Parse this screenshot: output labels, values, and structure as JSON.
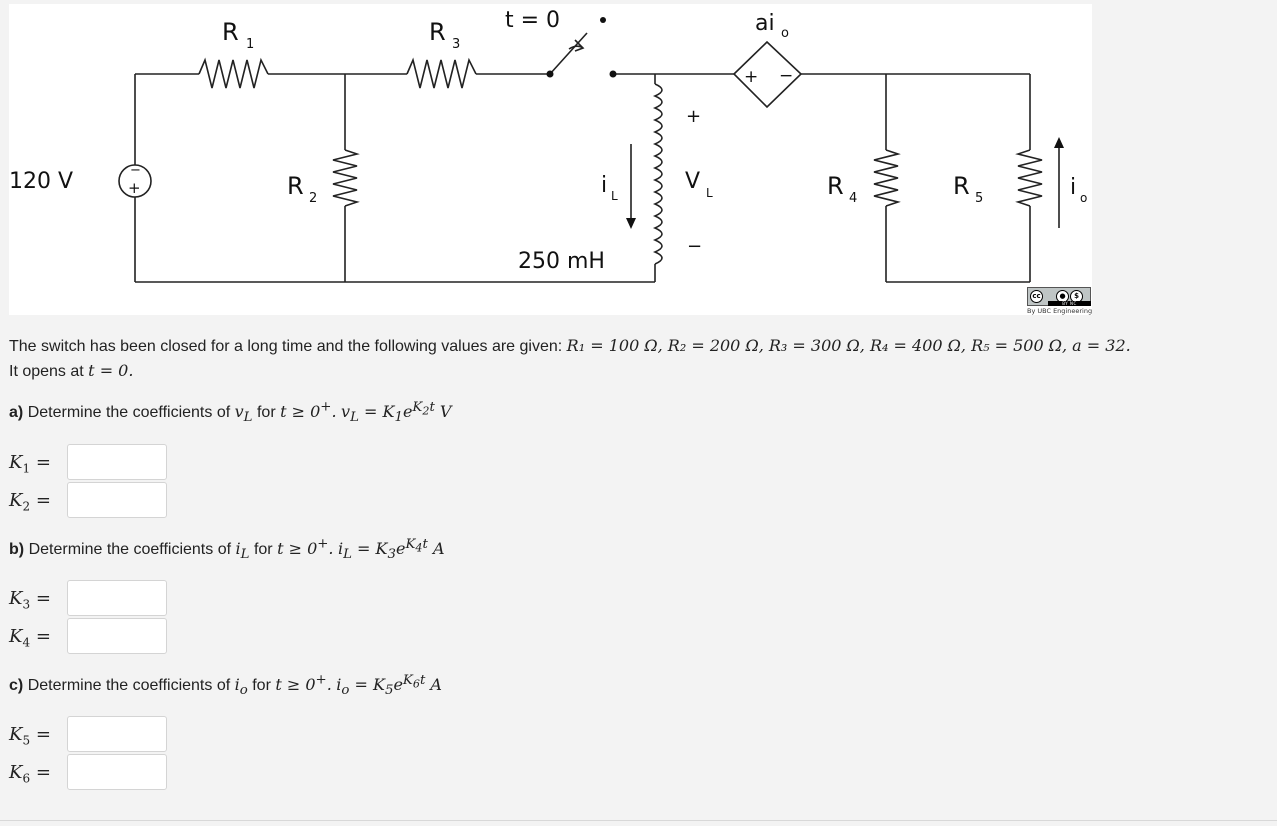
{
  "circuit": {
    "labels": {
      "R1": "R",
      "R1_sub": "1",
      "R2": "R",
      "R2_sub": "2",
      "R3": "R",
      "R3_sub": "3",
      "R4": "R",
      "R4_sub": "4",
      "R5": "R",
      "R5_sub": "5",
      "switch": "t = 0",
      "source": "120 V",
      "source_minus": "−",
      "source_plus": "+",
      "dependent": "ai",
      "dependent_sub": "o",
      "dep_plus": "+",
      "dep_minus": "−",
      "iL": "i",
      "iL_sub": "L",
      "inductor": "250 mH",
      "vL": "V",
      "vL_sub": "L",
      "vL_plus": "+",
      "vL_minus": "−",
      "io": "i",
      "io_sub": "o"
    },
    "license": {
      "cc": "cc",
      "by": "BY",
      "nc": "NC",
      "credit": "By UBC Engineering"
    }
  },
  "problem": {
    "statement_text": "The switch has been closed for a long time and the following values are given:",
    "values": "R₁ = 100 Ω, R₂ = 200 Ω, R₃ = 300 Ω, R₄ = 400 Ω, R₅ = 500 Ω, a = 32.",
    "opens_text": "It opens at",
    "opens_value": "t = 0.",
    "parts": [
      {
        "letter": "a)",
        "text": "Determine the coefficients of",
        "var": "v",
        "var_sub": "L",
        "for": "for",
        "cond": "t ≥ 0",
        "cond_sup": "+",
        "dot": ".",
        "eq": "v",
        "eq_sub": "L",
        "rhs": "= K",
        "k1": "1",
        "e": "e",
        "kexp": "K",
        "kexp_sub": "2",
        "t": "t",
        "unit": "V",
        "answers": [
          {
            "label": "K",
            "sub": "1",
            "eq": " =",
            "value": ""
          },
          {
            "label": "K",
            "sub": "2",
            "eq": " =",
            "value": ""
          }
        ]
      },
      {
        "letter": "b)",
        "text": "Determine the coefficients of",
        "var": "i",
        "var_sub": "L",
        "for": "for",
        "cond": "t ≥ 0",
        "cond_sup": "+",
        "dot": ".",
        "eq": "i",
        "eq_sub": "L",
        "rhs": "= K",
        "k1": "3",
        "e": "e",
        "kexp": "K",
        "kexp_sub": "4",
        "t": "t",
        "unit": "A",
        "answers": [
          {
            "label": "K",
            "sub": "3",
            "eq": " =",
            "value": ""
          },
          {
            "label": "K",
            "sub": "4",
            "eq": " =",
            "value": ""
          }
        ]
      },
      {
        "letter": "c)",
        "text": "Determine the coefficients of",
        "var": "i",
        "var_sub": "o",
        "for": "for",
        "cond": "t ≥ 0",
        "cond_sup": "+",
        "dot": ".",
        "eq": "i",
        "eq_sub": "o",
        "rhs": "= K",
        "k1": "5",
        "e": "e",
        "kexp": "K",
        "kexp_sub": "6",
        "t": "t",
        "unit": "A",
        "answers": [
          {
            "label": "K",
            "sub": "5",
            "eq": " =",
            "value": ""
          },
          {
            "label": "K",
            "sub": "6",
            "eq": " =",
            "value": ""
          }
        ]
      }
    ]
  }
}
